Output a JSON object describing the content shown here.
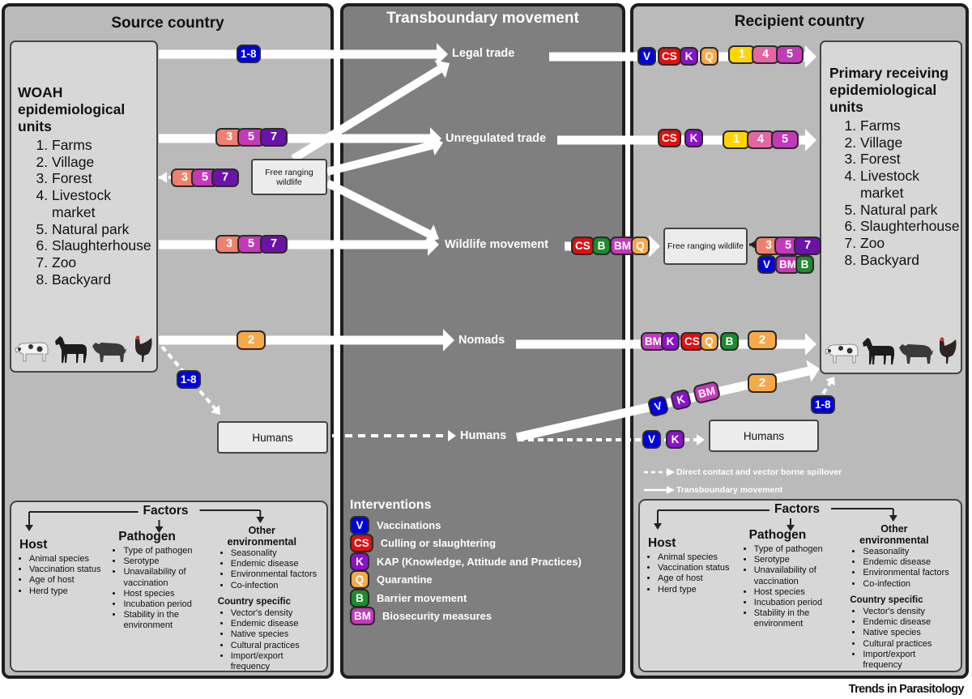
{
  "colors": {
    "V": "#0000e0",
    "CS": "#e00f0f",
    "K": "#8a12c8",
    "Q": "#f7a94a",
    "B": "#1f8a2e",
    "BM": "#c23ab9",
    "1": "#ffd500",
    "2": "#f7a94a",
    "3": "#f0806e",
    "4": "#e665a3",
    "5": "#c23ab9",
    "7": "#6a13a6",
    "1-8": "#0000e0"
  },
  "panels": {
    "source": {
      "title": "Source country"
    },
    "transboundary": {
      "title": "Transboundary movement"
    },
    "recipient": {
      "title": "Recipient country"
    }
  },
  "source_units": {
    "title": "WOAH epidemiological units",
    "items": [
      "Farms",
      "Village",
      "Forest",
      "Livestock market",
      "Natural park",
      "Slaughterhouse",
      "Zoo",
      "Backyard"
    ],
    "animals": [
      "cow-icon",
      "horse-icon",
      "pig-icon",
      "chicken-icon"
    ]
  },
  "recipient_units": {
    "title": "Primary receiving epidemiological units",
    "items": [
      "Farms",
      "Village",
      "Forest",
      "Livestock market",
      "Natural park",
      "Slaughterhouse",
      "Zoo",
      "Backyard"
    ],
    "animals": [
      "cow-icon",
      "horse-icon",
      "pig-icon",
      "chicken-icon"
    ]
  },
  "boxes": {
    "free_ranging_source": "Free ranging wildlife",
    "free_ranging_recipient": "Free ranging wildlife",
    "humans_source": "Humans",
    "humans_recipient": "Humans"
  },
  "flows": [
    {
      "label": "Legal trade",
      "source_badges": [
        "1-8"
      ],
      "recipient_badges": [
        "V",
        "CS",
        "K",
        "Q",
        "1",
        "4",
        "5"
      ]
    },
    {
      "label": "Unregulated trade",
      "source_badges": [
        "3",
        "5",
        "7"
      ],
      "recipient_badges": [
        "CS",
        "K",
        "1",
        "4",
        "5"
      ]
    },
    {
      "label": "Wildlife movement",
      "source_badges": [
        "3",
        "5",
        "7"
      ],
      "recipient_badges": [
        "CS",
        "B",
        "BM",
        "Q"
      ]
    },
    {
      "label": "Nomads",
      "source_badges": [
        "2"
      ],
      "recipient_badges": [
        "BM",
        "K",
        "CS",
        "Q",
        "B",
        "2"
      ]
    },
    {
      "label": "Humans",
      "source_badges": [
        "1-8"
      ],
      "recipient_badges": [
        "V",
        "K",
        "BM",
        "2",
        "V",
        "K",
        "1-8"
      ]
    }
  ],
  "badge_groups": {
    "wildlife_source_spill": [
      "3",
      "5",
      "7"
    ],
    "wildlife_recipient_spill_top": [
      "3",
      "5",
      "7"
    ],
    "wildlife_recipient_spill_bottom": [
      "V",
      "BM",
      "B"
    ]
  },
  "legend": {
    "title": "Interventions",
    "items": [
      {
        "code": "V",
        "label": "Vaccinations"
      },
      {
        "code": "CS",
        "label": "Culling or slaughtering"
      },
      {
        "code": "K",
        "label": "KAP (Knowledge, Attitude and Practices)"
      },
      {
        "code": "Q",
        "label": "Quarantine"
      },
      {
        "code": "B",
        "label": "Barrier movement"
      },
      {
        "code": "BM",
        "label": "Biosecurity measures"
      }
    ]
  },
  "arrow_key": {
    "dashed": "Direct contact and vector borne spillover",
    "solid": "Transboundary movement"
  },
  "factors": {
    "title": "Factors",
    "host": {
      "title": "Host",
      "items": [
        "Animal species",
        "Vaccination status",
        "Age of host",
        "Herd type"
      ]
    },
    "pathogen": {
      "title": "Pathogen",
      "items": [
        "Type of pathogen",
        "Serotype",
        "Unavailability of vaccination",
        "Host species",
        "Incubation period",
        "Stability in the environment"
      ]
    },
    "other": {
      "title": "Other environmental",
      "items": [
        "Seasonality",
        "Endemic disease",
        "Environmental factors",
        "Co-infection"
      ],
      "country_title": "Country specific",
      "country_items": [
        "Vector's density",
        "Endemic disease",
        "Native species",
        "Cultural practices",
        "Import/export frequency"
      ]
    }
  },
  "credit": "Trends in Parasitology"
}
